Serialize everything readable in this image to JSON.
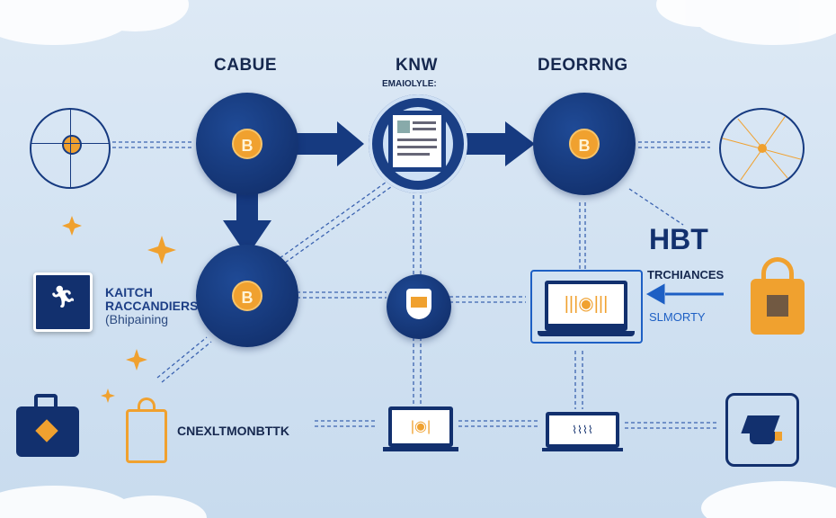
{
  "stages": {
    "left_title": "CABUE",
    "center_title": "KNW",
    "center_subtitle": "EMAIOLYLE:",
    "right_title": "DEORRNG"
  },
  "left_panel": {
    "line1": "KAITCH",
    "line2": "RACCANDIERS",
    "line3": "(Bhipaining"
  },
  "right_panel": {
    "heading": "HBT",
    "line1": "TRCHIANCES",
    "line2": "SLMORTY"
  },
  "bottom_label": "CNEXLTMONBTTK",
  "coin_symbol": "B",
  "colors": {
    "navy": "#12306e",
    "orange": "#f0a12f",
    "accent_blue": "#1d5fc4",
    "background": "#d6e5f3"
  }
}
